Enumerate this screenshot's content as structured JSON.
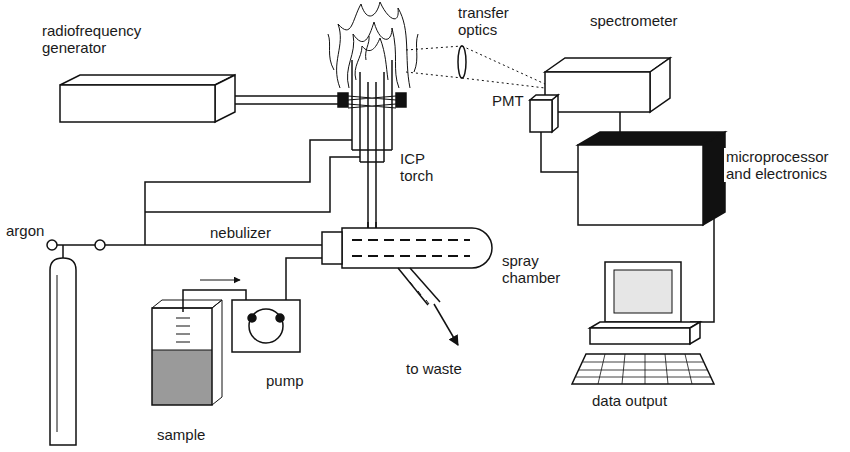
{
  "diagram": {
    "labels": [
      "radiofrequency generator",
      "transfer optics",
      "spectrometer",
      "PMT",
      "microprocessor and electronics",
      "argon",
      "nebulizer",
      "ICP torch",
      "spray chamber",
      "pump",
      "to waste",
      "sample",
      "data output"
    ]
  }
}
